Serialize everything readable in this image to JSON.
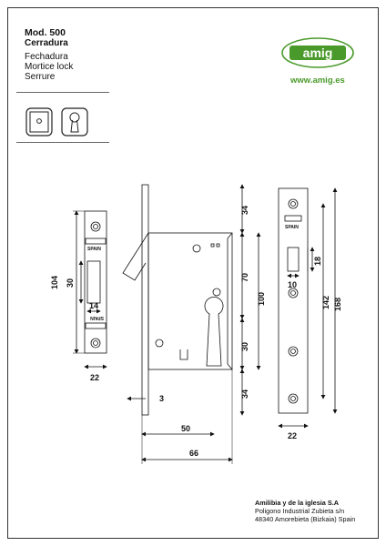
{
  "model": "Mod. 500",
  "product_names": [
    "Cerradura",
    "Fechadura",
    "Mortice lock",
    "Serrure"
  ],
  "brand": {
    "logo_text": "amig",
    "url": "www.amig.es",
    "color": "#4a9a2b"
  },
  "icons": [
    "deadbolt-icon",
    "euro-cylinder-icon"
  ],
  "dimensions": {
    "front_left": {
      "height": "104",
      "slot": "30",
      "width": "22",
      "slot_width": "14"
    },
    "body": {
      "top": "34",
      "middle": "70",
      "mid_total": "100",
      "cyl": "30",
      "bottom": "34",
      "face": "3",
      "backset": "50",
      "depth": "66"
    },
    "front_right": {
      "width": "22",
      "slot_w": "10",
      "slot_h": "18",
      "inner": "142",
      "total": "168"
    }
  },
  "stamp_text": "SPAIN",
  "company": {
    "name": "Amilibia y de la iglesia S.A",
    "address1": "Poligono Industrial Zubieta s/n",
    "address2": "48340 Amorebieta (Bizkaia) Spain"
  }
}
